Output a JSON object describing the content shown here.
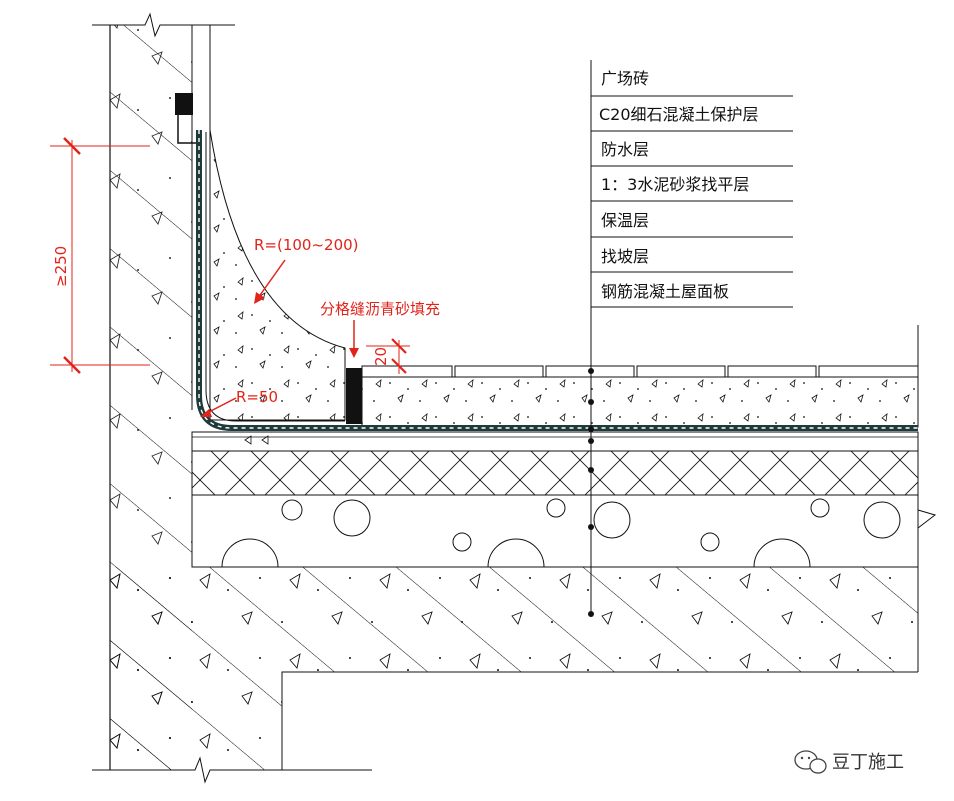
{
  "layers": [
    {
      "label": "广场砖"
    },
    {
      "label": "C20细石混凝土保护层"
    },
    {
      "label": "防水层"
    },
    {
      "label": "1：3水泥砂浆找平层"
    },
    {
      "label": "保温层"
    },
    {
      "label": "找坡层"
    },
    {
      "label": "钢筋混凝土屋面板"
    }
  ],
  "annotations": {
    "dim_height": "≥250",
    "radius_large": "R=(100~200)",
    "radius_small": "R=50",
    "joint_fill": "分格缝沥青砂填充",
    "joint_height": "20"
  },
  "watermark": {
    "text": "豆丁施工",
    "icon": "wechat-icon"
  },
  "colors": {
    "line": "#111111",
    "annotation": "#e2231a",
    "membrane": "#1f3a3a"
  }
}
